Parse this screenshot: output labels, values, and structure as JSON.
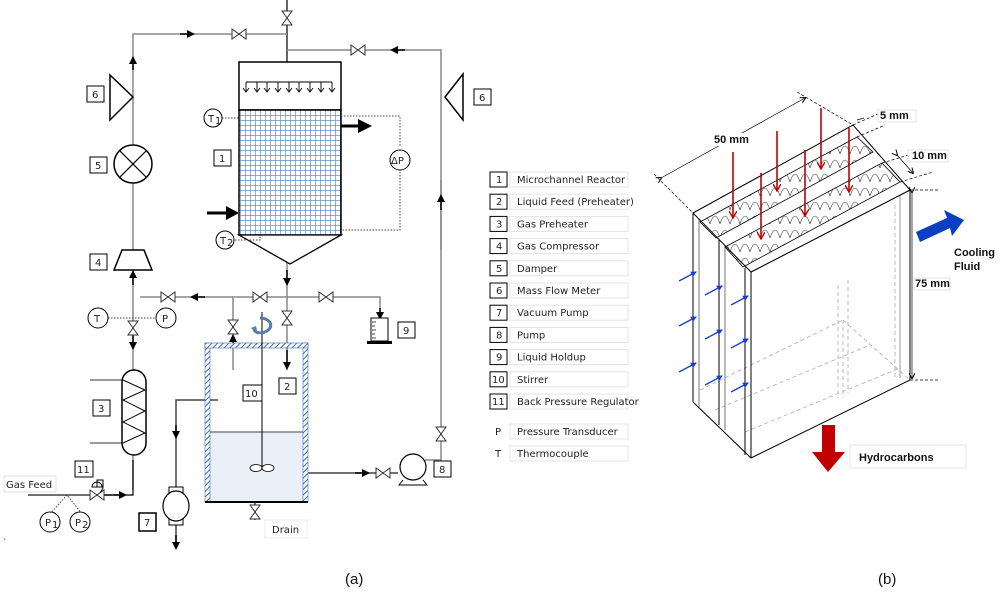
{
  "figure_a": {
    "caption": "(a)",
    "component_tags": {
      "reactor": "1",
      "liquid_feed": "2",
      "gas_preheater": "3",
      "gas_compressor": "4",
      "damper": "5",
      "mass_flow_meter_left": "6",
      "mass_flow_meter_right": "6",
      "vacuum_pump": "7",
      "pump": "8",
      "liquid_holdup": "9",
      "stirrer": "10",
      "back_pressure_regulator": "11"
    },
    "instruments": {
      "t1": "T",
      "t1_sub": "1",
      "t2": "T",
      "t2_sub": "2",
      "dp": "ΔP",
      "t": "T",
      "p": "P",
      "p1": "P",
      "p1_sub": "1",
      "p2": "P",
      "p2_sub": "2"
    },
    "labels": {
      "gas_feed": "Gas Feed",
      "drain": "Drain"
    },
    "legend": [
      {
        "key": "1",
        "label": "Microchannel Reactor"
      },
      {
        "key": "2",
        "label": "Liquid Feed (Preheater)"
      },
      {
        "key": "3",
        "label": "Gas Preheater"
      },
      {
        "key": "4",
        "label": "Gas Compressor"
      },
      {
        "key": "5",
        "label": "Damper"
      },
      {
        "key": "6",
        "label": "Mass Flow Meter"
      },
      {
        "key": "7",
        "label": "Vacuum Pump"
      },
      {
        "key": "8",
        "label": "Pump"
      },
      {
        "key": "9",
        "label": "Liquid Holdup"
      },
      {
        "key": "10",
        "label": "Stirrer"
      },
      {
        "key": "11",
        "label": "Back Pressure Regulator"
      }
    ],
    "symbols": [
      {
        "key": "P",
        "label": "Pressure Transducer"
      },
      {
        "key": "T",
        "label": "Thermocouple"
      }
    ]
  },
  "figure_b": {
    "caption": "(b)",
    "dimensions": {
      "length": "50 mm",
      "channel_gap": "5 mm",
      "channel_width": "10 mm",
      "height": "75 mm"
    },
    "labels": {
      "cooling_line1": "Cooling",
      "cooling_line2": "Fluid",
      "hydrocarbons": "Hydrocarbons"
    },
    "colors": {
      "feed_arrow": "#c00000",
      "cooling_arrow": "#0033cc",
      "mesh": "#4a7fc1"
    }
  }
}
